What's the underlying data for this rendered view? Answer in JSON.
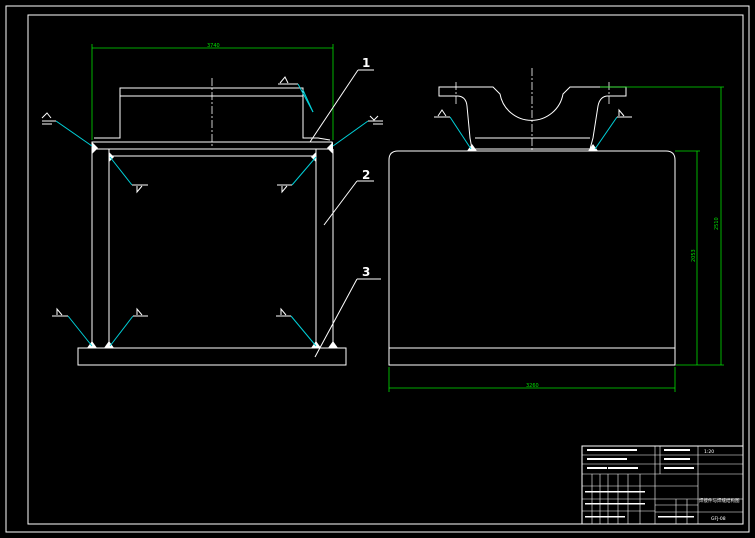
{
  "drawing": {
    "part_labels": [
      "1",
      "2",
      "3"
    ],
    "dimensions": {
      "front_width": "3740",
      "side_height": "2510",
      "side_inner_height": "2053",
      "side_width": "3260"
    },
    "title_block": {
      "drawing_no": "GFJ-08",
      "scale": "1:20",
      "title": "焊接件与焊缝结构图"
    },
    "colors": {
      "outline": "#ffffff",
      "weld_leader": "#00d0d8",
      "dimension": "#00e000",
      "background": "#000000"
    }
  }
}
